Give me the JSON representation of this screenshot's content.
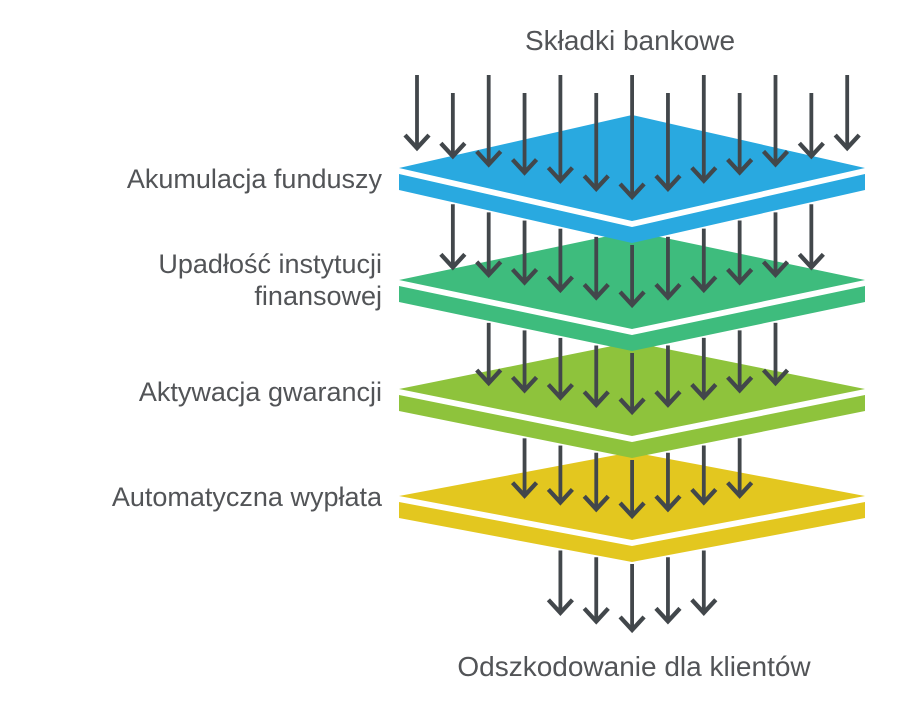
{
  "title": "Składki bankowe",
  "bottom_label": "Odszkodowanie dla klientów",
  "layers": [
    {
      "label": "Akumulacja funduszy",
      "color": "#29a9e0"
    },
    {
      "label": "Upadłość instytucji\nfinansowej",
      "color": "#3ebc7d"
    },
    {
      "label": "Aktywacja gwarancji",
      "color": "#8ec33c"
    },
    {
      "label": "Automatyczna wypłata",
      "color": "#e3c71f"
    }
  ],
  "arrows": {
    "color": "#42474b",
    "top_count": 13,
    "gap_counts": [
      11,
      9,
      7
    ],
    "bottom_count": 5
  },
  "style": {
    "text_color": "#525457",
    "background": "#ffffff",
    "plate_separator_color": "#ffffff"
  }
}
